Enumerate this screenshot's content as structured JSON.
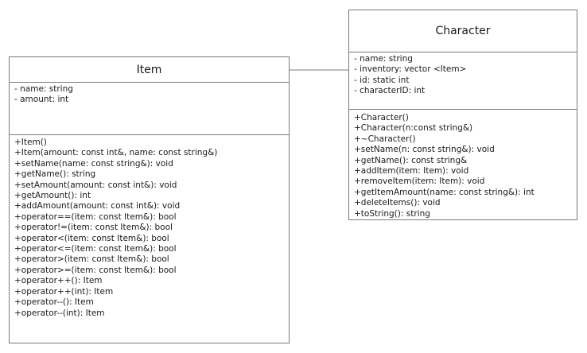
{
  "item_class": {
    "name": "Item",
    "attributes": [
      "- name: string",
      "- amount: int"
    ],
    "operations": [
      "+Item()",
      "+Item(amount: const int&, name: const string&)",
      "+setName(name: const string&): void",
      "+getName(): string",
      "+setAmount(amount: const int&): void",
      "+getAmount(): int",
      "+addAmount(amount: const int&): void",
      "+operator==(item: const Item&): bool",
      "+operator!=(item: const Item&): bool",
      "+operator<(item: const Item&): bool",
      "+operator<=(item: const Item&): bool",
      "+operator>(item: const Item&): bool",
      "+operator>=(item: const Item&): bool",
      "+operator++(): Item",
      "+operator++(int): Item",
      "+operator--(): Item",
      "+operator--(int): Item"
    ]
  },
  "character_class": {
    "name": "Character",
    "attributes": [
      "- name: string",
      "- inventory: vector <Item>",
      "- id: static int",
      "- characterID: int"
    ],
    "operations": [
      "+Character()",
      "+Character(n:const string&)",
      "+~Character()",
      "+setName(n: const string&): void",
      "+getName(): const string&",
      "+addItem(item: Item): void",
      "+removeItem(item: Item): void",
      "+getItemAmount(name: const string&): int",
      "+deleteItems(): void",
      "+toString(): string"
    ]
  }
}
